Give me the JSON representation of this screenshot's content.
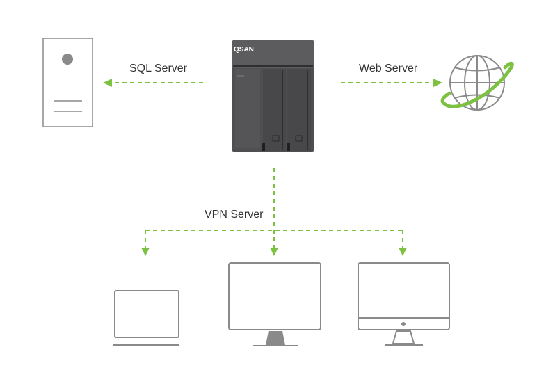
{
  "labels": {
    "sql": "SQL Server",
    "web": "Web Server",
    "vpn": "VPN Server"
  },
  "nas": {
    "brand": "QSAN"
  },
  "colors": {
    "connector": "#7dc142",
    "outline": "#8a8a8a",
    "nas_body": "#4f4f51",
    "label_text": "#333333"
  },
  "icons": [
    "server-tower-icon",
    "nas-device-icon",
    "globe-icon",
    "laptop-icon",
    "monitor-icon",
    "imac-icon"
  ]
}
